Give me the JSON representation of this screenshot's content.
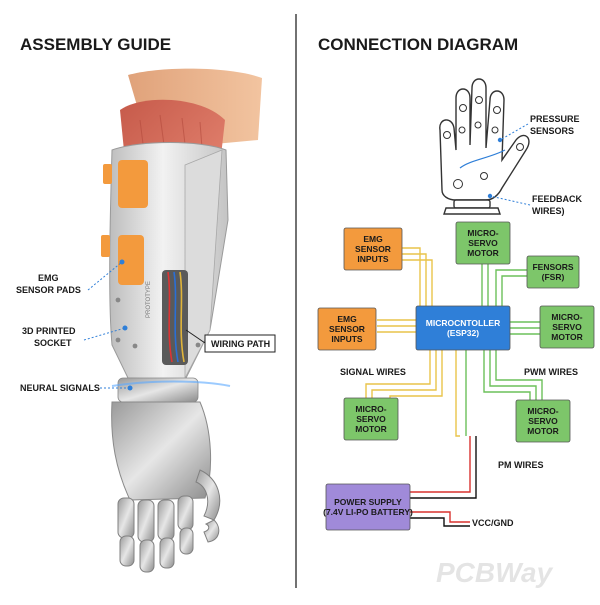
{
  "left_title": "ASSEMBLY GUIDE",
  "right_title": "CONNECTION DIAGRAM",
  "callouts": {
    "emg_pads": [
      "EMG",
      "SENSOR PADS"
    ],
    "socket": [
      "3D PRINTED",
      "SOCKET"
    ],
    "neural": "NEURAL SIGNALS",
    "wiring": "WIRING PATH",
    "pressure": [
      "PRESSURE",
      "SENSORS"
    ],
    "feedback": [
      "FEEDBACK",
      "WIRES)"
    ],
    "arm_engraving": "PROTOTYPE"
  },
  "boxes": {
    "emg_top": [
      "EMG",
      "SENSOR",
      "INPUTS"
    ],
    "emg_left": [
      "EMG",
      "SENSOR",
      "INPUTS"
    ],
    "servo_top": [
      "MICRO-",
      "SERVO",
      "MOTOR"
    ],
    "fsr": [
      "FENSORS",
      "(FSR)"
    ],
    "servo_right": [
      "MICRO-",
      "SERVO",
      "MOTOR"
    ],
    "mcu": [
      "MICROCNTOLLER",
      "(ESP32)"
    ],
    "servo_bl": [
      "MICRO-",
      "SERVO",
      "MOTOR"
    ],
    "servo_br": [
      "MICRO-",
      "SERVO",
      "MOTOR"
    ],
    "power": [
      "POWER SUPPLY",
      "(7.4V LI-PO BATTERY)"
    ]
  },
  "wire_labels": {
    "signal": "SIGNAL WIRES",
    "pwm": "PWM WIRES",
    "pm": "PM WIRES",
    "vcc": "VCC/GND"
  },
  "watermark": "PCBWay",
  "colors": {
    "emg": "#f39a3d",
    "servo": "#7dc66a",
    "mcu": "#2f7fd8",
    "power": "#a08ad9",
    "signal_wire": "#e9c44a",
    "pwm_wire": "#6cc05a",
    "power_wire_pos": "#d8322f",
    "power_wire_neg": "#111111"
  }
}
